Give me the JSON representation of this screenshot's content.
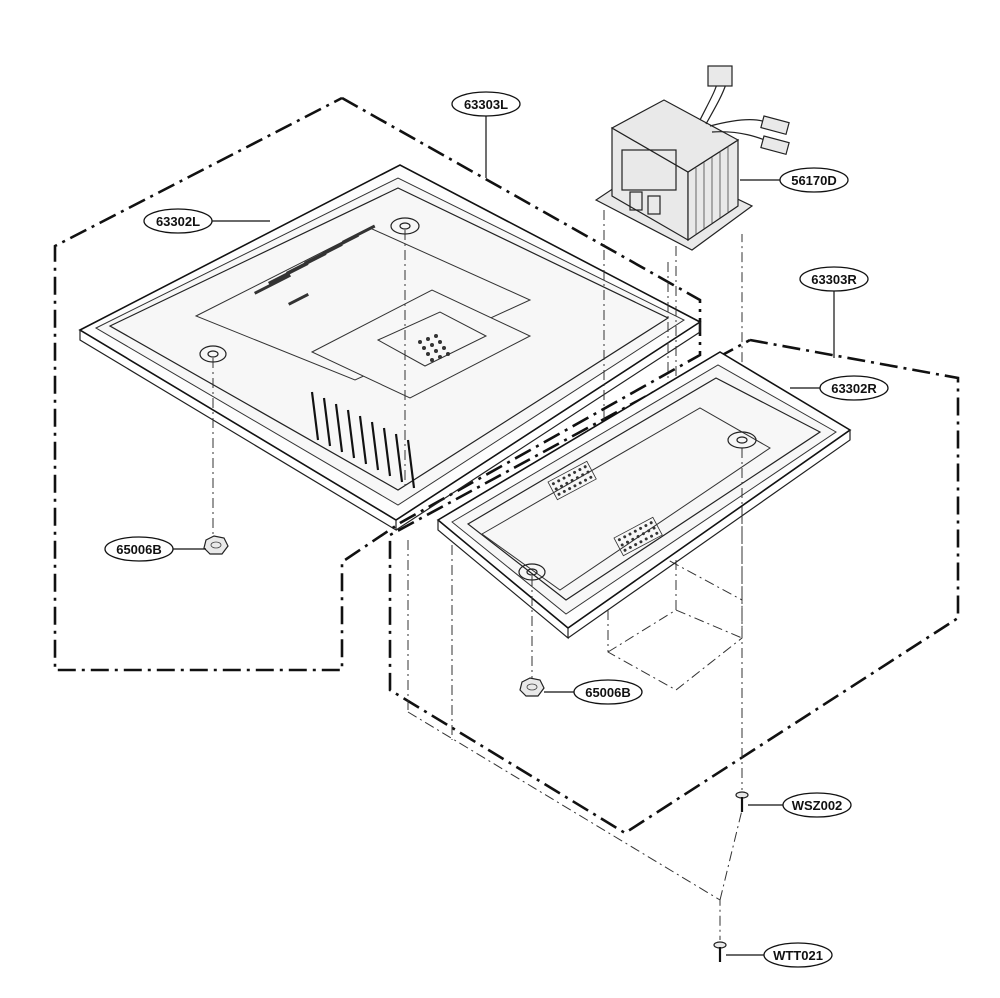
{
  "diagram": {
    "labels": {
      "l63303L": "63303L",
      "l63302L": "63302L",
      "l56170D": "56170D",
      "l63303R": "63303R",
      "l63302R": "63302R",
      "l65006B_left": "65006B",
      "l65006B_right": "65006B",
      "lWSZ002": "WSZ002",
      "lWTT021": "WTT021"
    }
  }
}
